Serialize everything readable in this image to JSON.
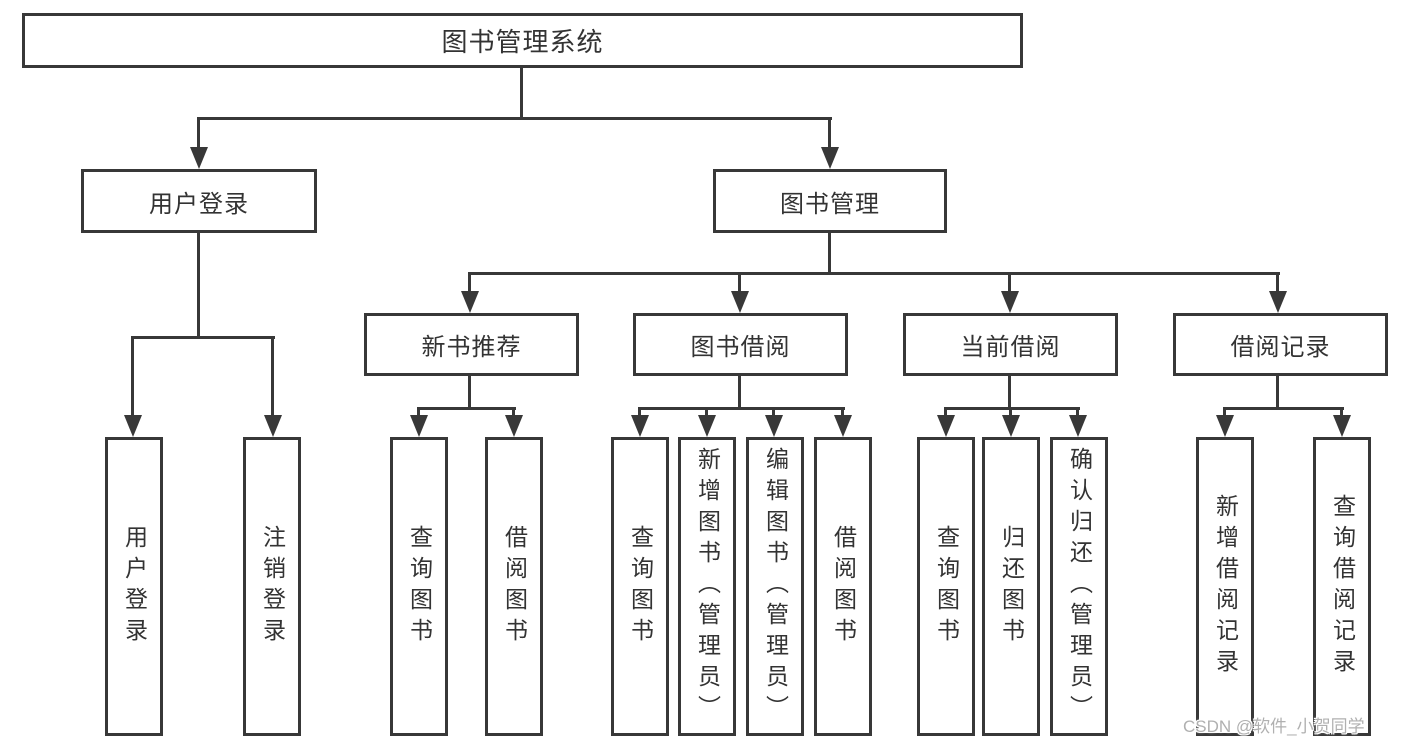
{
  "diagram": {
    "root": {
      "label": "图书管理系统"
    },
    "level2": [
      {
        "label": "用户登录"
      },
      {
        "label": "图书管理"
      }
    ],
    "level3": [
      {
        "label": "新书推荐"
      },
      {
        "label": "图书借阅"
      },
      {
        "label": "当前借阅"
      },
      {
        "label": "借阅记录"
      }
    ],
    "leaves": {
      "login": [
        "用户登录",
        "注销登录"
      ],
      "newbook": [
        "查询图书",
        "借阅图书"
      ],
      "borrow": [
        "查询图书",
        "新增图书（管理员）",
        "编辑图书（管理员）",
        "借阅图书"
      ],
      "current": [
        "查询图书",
        "归还图书",
        "确认归还（管理员）"
      ],
      "records": [
        "新增借阅记录",
        "查询借阅记录"
      ]
    },
    "colors": {
      "line": "#383838",
      "text": "#333333",
      "background": "#ffffff",
      "watermark": "#b0b0b0"
    }
  },
  "watermark": {
    "text": "CSDN @软件_小贺同学"
  }
}
